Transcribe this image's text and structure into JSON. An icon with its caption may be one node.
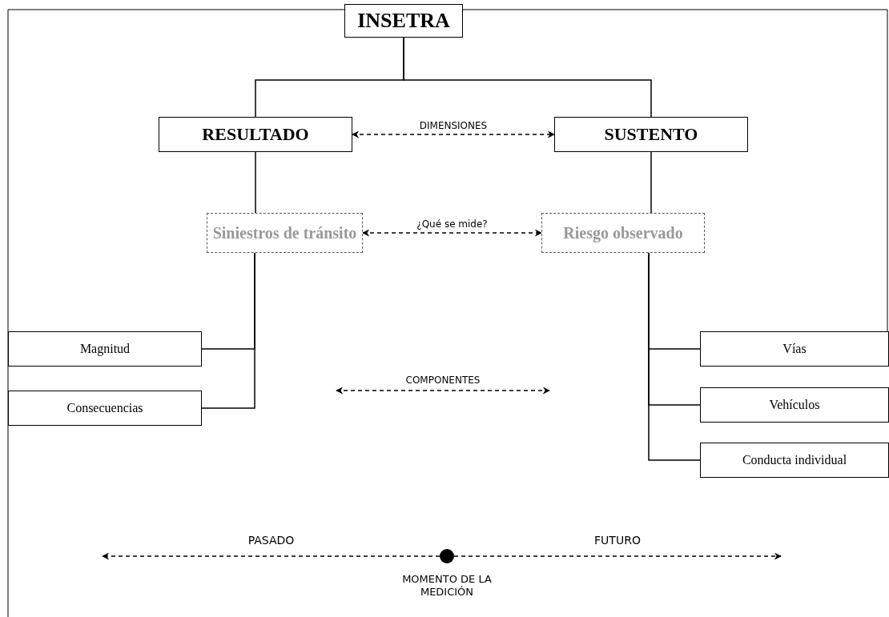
{
  "diagram": {
    "nodes": [
      {
        "text": [
          "INSETRA"
        ]
      },
      {
        "text": [
          "RESULTADO"
        ]
      },
      {
        "text": [
          "SUSTENTO"
        ]
      },
      {
        "text": [
          "Siniestros de tránsito"
        ]
      },
      {
        "text": [
          "Riesgo observado"
        ]
      },
      {
        "text": [
          "Magnitud"
        ]
      },
      {
        "text": [
          "Consecuencias"
        ]
      },
      {
        "text": [
          "Vías"
        ]
      },
      {
        "text": [
          "Vehículos"
        ]
      },
      {
        "text": [
          "Conducta individual"
        ]
      },
      {
        "text": [],
        "shape": "circle",
        "beside": [
          "MOMENTO DE LA MEDICIÓN"
        ]
      }
    ],
    "edges": [
      {
        "from": 0,
        "to": 1,
        "arrow": "none"
      },
      {
        "from": 0,
        "to": 2,
        "arrow": "none"
      },
      {
        "from": 1,
        "to": 3,
        "arrow": "none"
      },
      {
        "from": 2,
        "to": 4,
        "arrow": "none"
      },
      {
        "from": 3,
        "to": 5,
        "arrow": "none"
      },
      {
        "from": 3,
        "to": 6,
        "arrow": "none"
      },
      {
        "from": 4,
        "to": 7,
        "arrow": "none"
      },
      {
        "from": 4,
        "to": 8,
        "arrow": "none"
      },
      {
        "from": 4,
        "to": 9,
        "arrow": "none"
      },
      {
        "from": 1,
        "to": 2,
        "arrow": "both",
        "label": "DIMENSIONES",
        "style": "dashed"
      },
      {
        "from": 3,
        "to": 4,
        "arrow": "both",
        "label": "¿Qué se mide?",
        "style": "dashed"
      },
      {
        "from": 10,
        "to": null,
        "arrow": "to",
        "label": "PASADO",
        "style": "dashed"
      },
      {
        "from": 10,
        "to": null,
        "arrow": "to",
        "label": "FUTURO",
        "style": "dashed"
      }
    ],
    "labels": [
      "COMPONENTES"
    ]
  }
}
